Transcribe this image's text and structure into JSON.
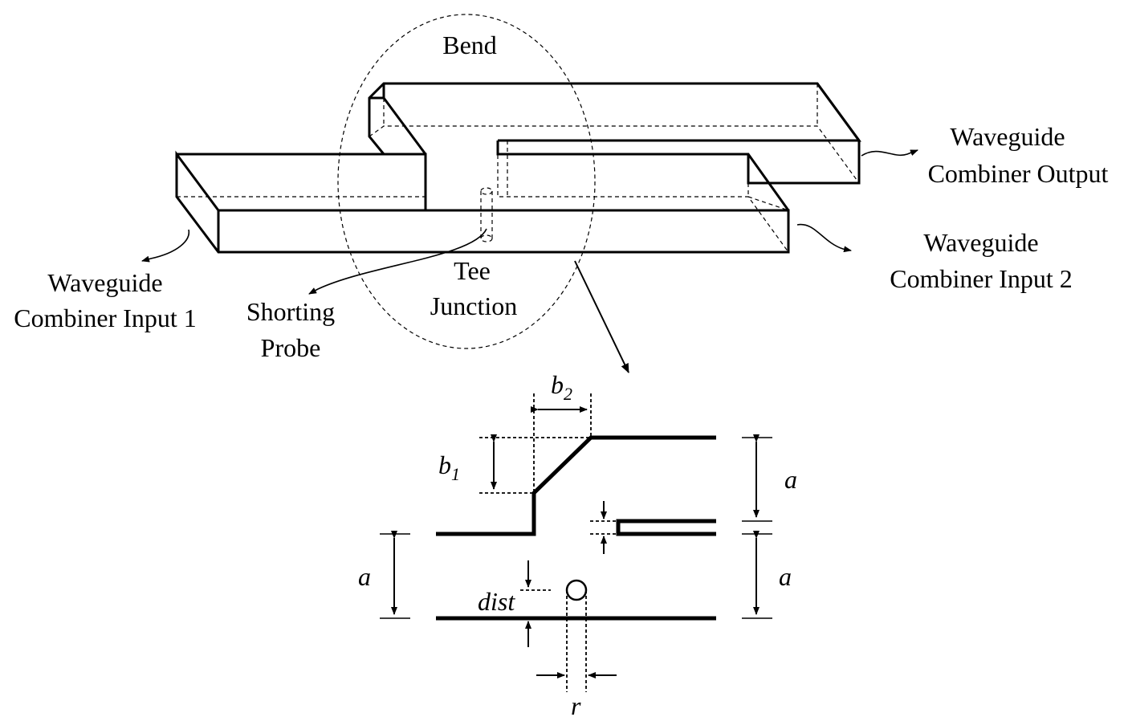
{
  "labels": {
    "bend": "Bend",
    "output_line1": "Waveguide",
    "output_line2": "Combiner Output",
    "input2_line1": "Waveguide",
    "input2_line2": "Combiner Input 2",
    "input1_line1": "Waveguide",
    "input1_line2": "Combiner Input 1",
    "probe_line1": "Shorting",
    "probe_line2": "Probe",
    "tee_line1": "Tee",
    "tee_line2": "Junction"
  },
  "dimensions": {
    "b2_base": "b",
    "b2_sub": "2",
    "b1_base": "b",
    "b1_sub": "1",
    "a_top_right": "a",
    "a_bottom_right": "a",
    "a_left": "a",
    "dist": "dist",
    "r": "r"
  }
}
